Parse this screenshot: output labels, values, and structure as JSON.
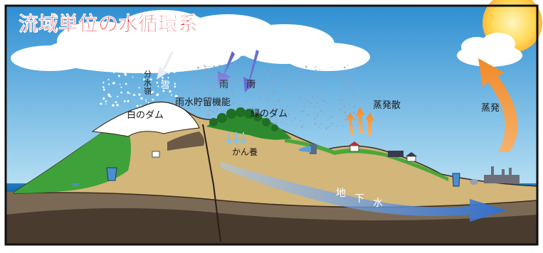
{
  "title": "流域単位の水循環系",
  "labels": {
    "divide": "分水嶺",
    "snow": "雪",
    "rain1": "雨",
    "rain2": "雨",
    "rain_storage": "雨水貯留機能",
    "white_dam": "白のダム",
    "green_dam": "緑のダム",
    "recharge": "かん養",
    "evapotranspiration": "蒸発散",
    "evaporation": "蒸発",
    "groundwater_1": "地",
    "groundwater_2": "下",
    "groundwater_3": "水"
  },
  "colors": {
    "title": "#e8202a",
    "sky_top": "#2f8fd2",
    "sky_bottom": "#b7e0f4",
    "sea": "#1f7fc4",
    "land": "#d2b67a",
    "green": "#3fa13a",
    "snow": "#ffffff",
    "groundwater": "#3d7fd6",
    "rain_arrow": "#6a6fd0",
    "evap_arrow": "#f5a24b",
    "sun": "#ffd957"
  }
}
